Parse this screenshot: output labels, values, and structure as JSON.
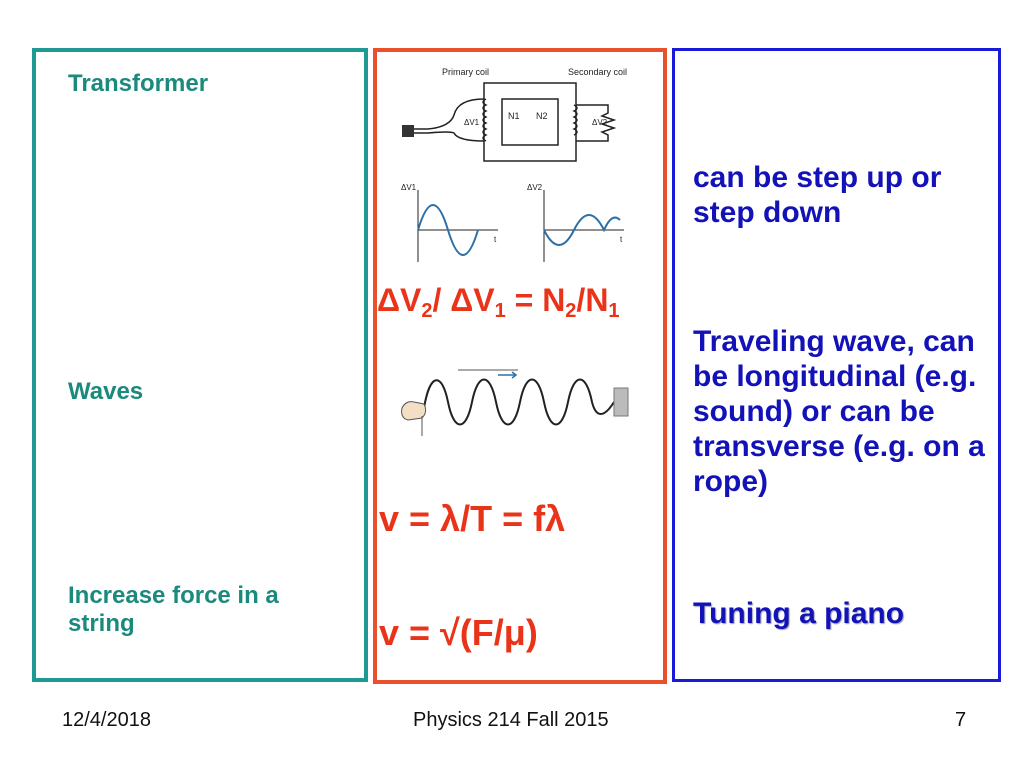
{
  "left": {
    "transformer": "Transformer",
    "waves": "Waves",
    "force": "Increase force in a string"
  },
  "middle": {
    "diagram_labels": {
      "primary_coil": "Primary coil",
      "secondary_coil": "Secondary coil",
      "n1": "N1",
      "n2": "N2",
      "dv1": "ΔV1",
      "dv2": "ΔV2",
      "t": "t"
    },
    "formula_transformer": {
      "dv2": "ΔV",
      "dv2_sub": "2",
      "slash1": "/ ",
      "dv1": "ΔV",
      "dv1_sub": "1",
      "eq": " = ",
      "n2": "N",
      "n2_sub": "2",
      "slash2": "/",
      "n1": "N",
      "n1_sub": "1"
    },
    "formula_wave_speed": "v = λ/T = fλ",
    "formula_string_speed": "v = √(F/μ)"
  },
  "right": {
    "step": "can be step up or step down",
    "wave": "Traveling wave, can be longitudinal (e.g. sound) or can be transverse (e.g. on a rope)",
    "piano": "Tuning a piano"
  },
  "footer": {
    "date": "12/4/2018",
    "course": "Physics 214 Fall 2015",
    "page": "7"
  },
  "colors": {
    "left_border": "#1f9a93",
    "middle_border": "#e9502b",
    "right_border": "#1a1ad9",
    "formula": "#e9341a",
    "description": "#1212b8",
    "topic": "#1a8a7d",
    "sine": "#2f6fa8"
  }
}
